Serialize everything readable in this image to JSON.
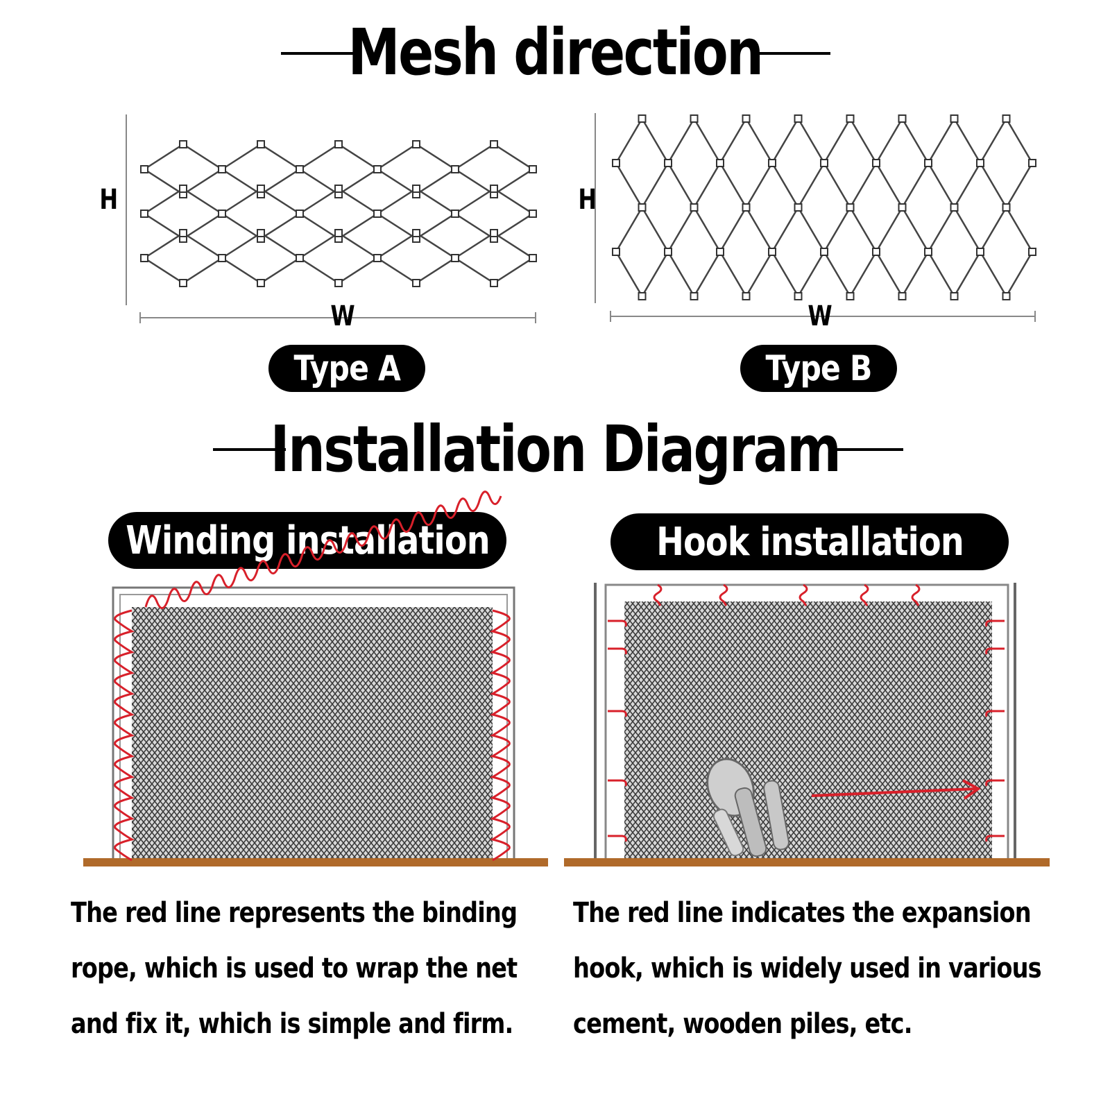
{
  "mesh_section": {
    "title": "Mesh direction",
    "type_a": {
      "label": "Type A",
      "height_label": "H",
      "width_label": "W"
    },
    "type_b": {
      "label": "Type B",
      "height_label": "H",
      "width_label": "W"
    }
  },
  "install_section": {
    "title": "Installation Diagram",
    "winding": {
      "label": "Winding installation",
      "caption": [
        "The red line represents the binding",
        "rope, which is used to wrap the net",
        "and fix it, which is simple and firm."
      ]
    },
    "hook": {
      "label": "Hook installation",
      "caption": [
        "The red line indicates the expansion",
        "hook, which is widely used in various",
        "cement, wooden piles, etc."
      ]
    }
  },
  "colors": {
    "rope": "#d8202a",
    "frame": "#555555",
    "ground": "#b06a2a",
    "mesh": "#444444",
    "pill": "#000000"
  }
}
